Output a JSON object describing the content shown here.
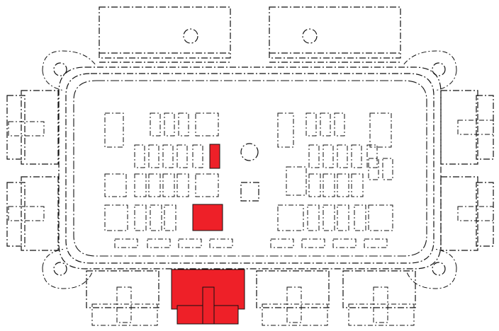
{
  "colors": {
    "line": "#111111",
    "highlight": "#ee2028",
    "background": "#ffffff"
  },
  "diagram": {
    "description": "",
    "highlighted": [
      "slot-row-2-col-6",
      "relay-row-4-col-4",
      "bottom-connector-2"
    ]
  }
}
